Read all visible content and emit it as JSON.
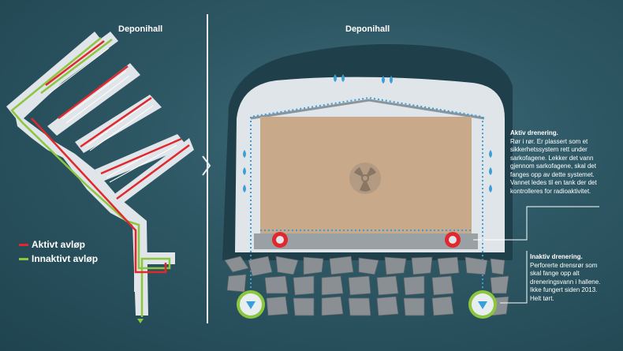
{
  "left_panel": {
    "title": "Deponihall",
    "legend": [
      {
        "label": "Aktivt avløp",
        "color": "#e0282e"
      },
      {
        "label": "Innaktivt avløp",
        "color": "#8cc63f"
      }
    ]
  },
  "right_panel": {
    "title": "Deponihall",
    "active_drainage": {
      "heading": "Aktiv drenering.",
      "text": "Rør i rør. Er plassert som et sikkerhetssystem rett under sarkofagene. Lekker det vann gjennom sarkofagene, skal det fanges opp av dette systemet. Vannet ledes til en tank der det kontrolleres for radioaktivitet."
    },
    "inactive_drainage": {
      "heading": "Inaktiv drenering.",
      "text": "Perforerte drensrør som skal fange opp alt dreneringsvann i hallene. Ikke fungert siden 2013. Helt tørt."
    }
  },
  "icons": {
    "radiation": "radiation-icon",
    "drop": "water-drop-icon",
    "pipe_arrow": "down-arrow-icon"
  },
  "colors": {
    "background": "#2d5663",
    "rock": "#1f3f4b",
    "hall_wall": "#dfe5e8",
    "sarcophagus": "#c8a98a",
    "red": "#e0282e",
    "green": "#8cc63f",
    "water": "#3a9fd8"
  }
}
